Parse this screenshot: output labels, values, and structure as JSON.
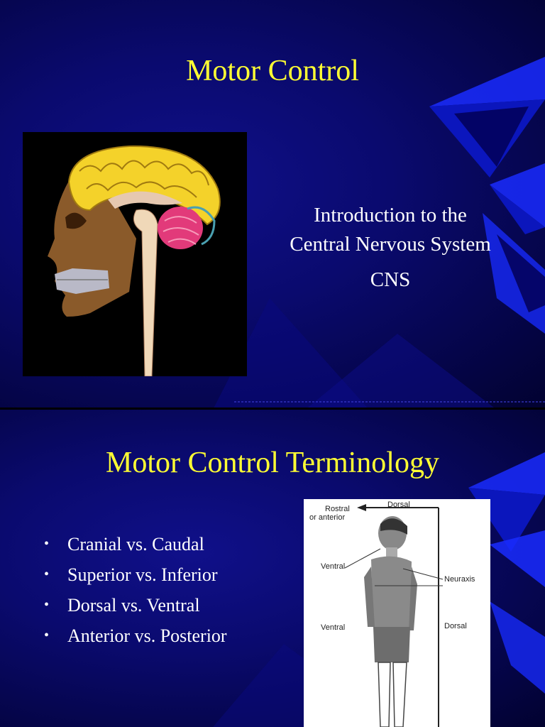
{
  "slide1": {
    "title": "Motor Control",
    "subtitle_line1": "Introduction to the",
    "subtitle_line2": "Central Nervous System",
    "subtitle_line3": "CNS"
  },
  "slide2": {
    "title": "Motor Control Terminology",
    "bullets": [
      "Cranial vs. Caudal",
      "Superior vs. Inferior",
      "Dorsal vs. Ventral",
      "Anterior vs. Posterior"
    ],
    "bullet_glyph": "•",
    "diagram": {
      "label_dorsal_top": "Dorsal",
      "label_rostral": "Rostral",
      "label_or_anterior": "or anterior",
      "label_ventral_upper": "Ventral",
      "label_neuraxis": "Neuraxis",
      "label_ventral_lower": "Ventral",
      "label_dorsal_lower": "Dorsal"
    }
  },
  "colors": {
    "title": "#ffff33",
    "body_text": "#ffffff",
    "background": "#0a0a6e"
  }
}
